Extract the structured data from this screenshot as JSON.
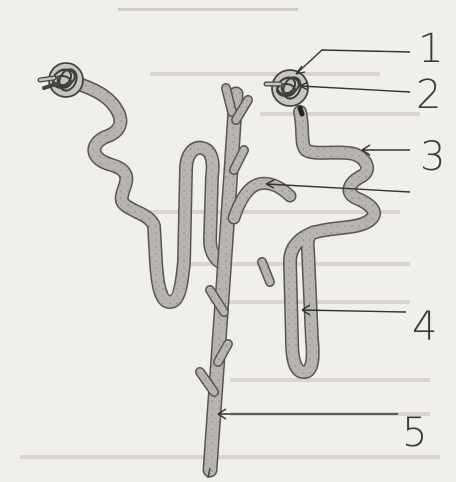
{
  "figure": {
    "labels": [
      "1",
      "2",
      "3",
      "4",
      "5"
    ]
  }
}
